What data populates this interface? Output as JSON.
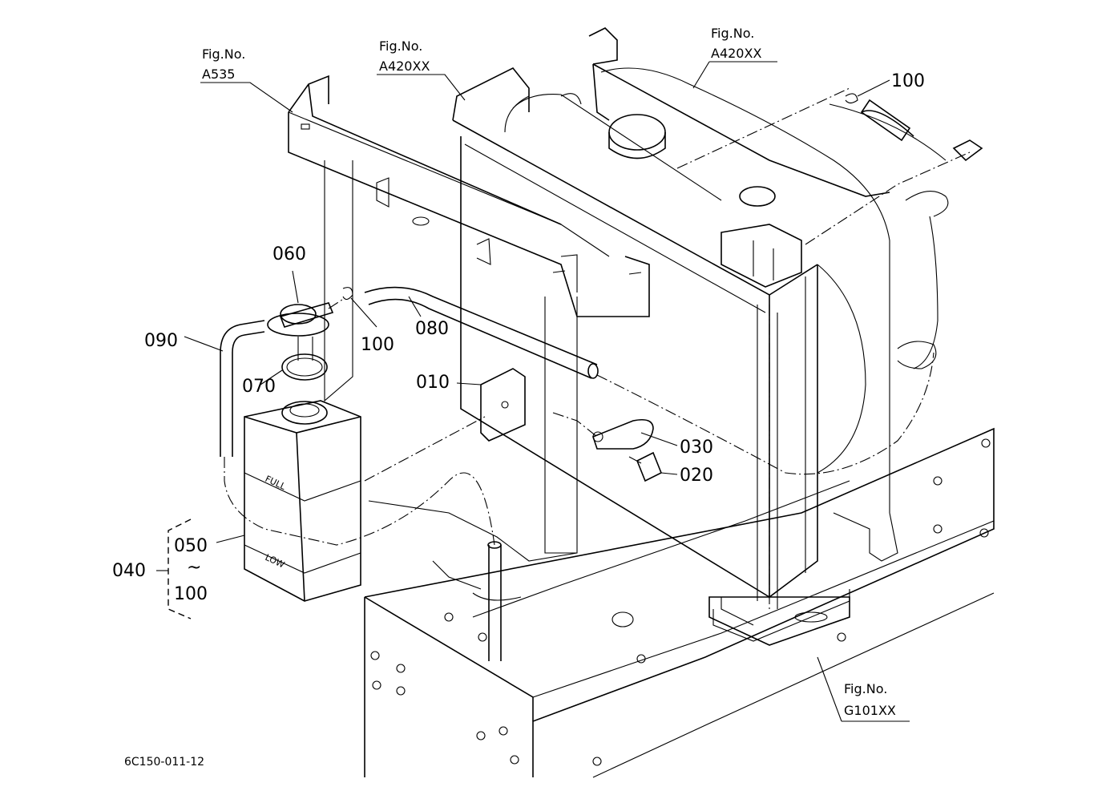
{
  "parts": {
    "p010": "010",
    "p020": "020",
    "p030": "030",
    "p040": "040",
    "p050": "050",
    "p060": "060",
    "p070": "070",
    "p080": "080",
    "p090": "090",
    "p100_a": "100",
    "p100_b": "100",
    "p100_c": "100",
    "range_sep": "~"
  },
  "references": {
    "a535": {
      "line1": "Fig.No.",
      "line2": "A535"
    },
    "a420_left": {
      "line1": "Fig.No.",
      "line2": "A420XX"
    },
    "a420_right": {
      "line1": "Fig.No.",
      "line2": "A420XX"
    },
    "g101": {
      "line1": "Fig.No.",
      "line2": "G101XX"
    }
  },
  "tank_marks": {
    "full": "FULL",
    "low": "LOW"
  },
  "drawing_code": "6C150-011-12"
}
